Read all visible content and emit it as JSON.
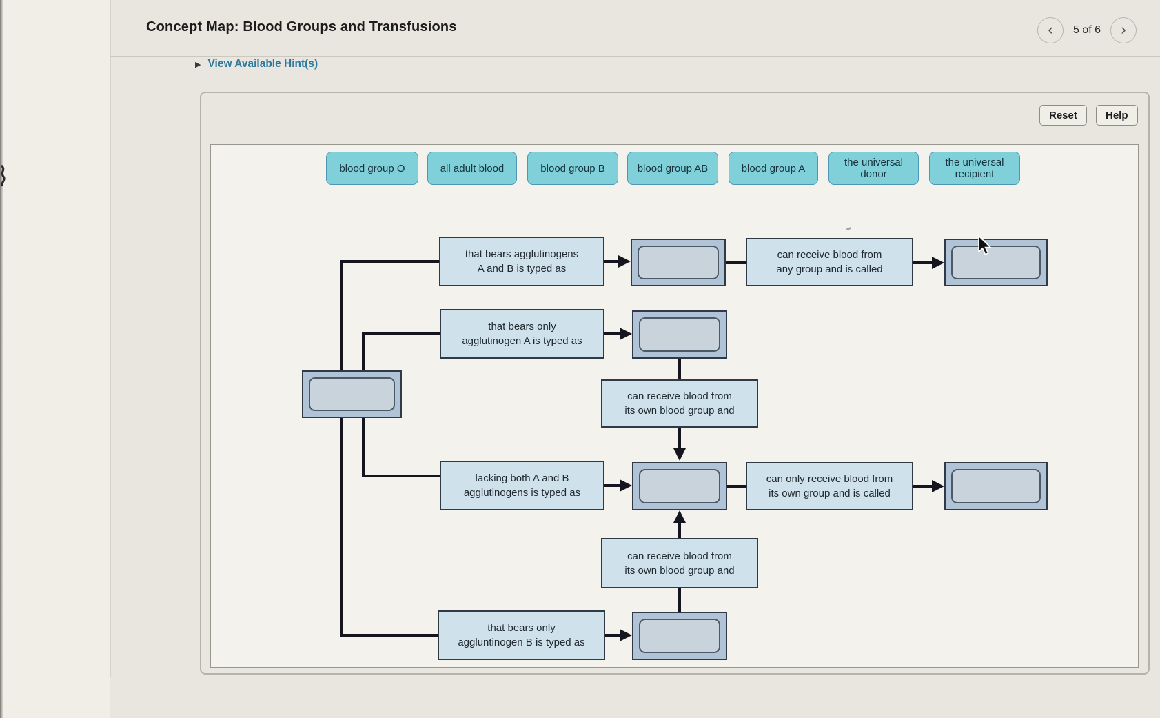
{
  "header": {
    "title": "Concept Map: Blood Groups and Transfusions",
    "pagination": {
      "label": "5 of 6",
      "prev_icon": "‹",
      "next_icon": "›"
    },
    "hint_icon": "▶",
    "hint_link": "View Available Hint(s)"
  },
  "toolbar": {
    "reset_label": "Reset",
    "help_label": "Help"
  },
  "word_bank": [
    {
      "label": "blood group O"
    },
    {
      "label": "all adult blood"
    },
    {
      "label": "blood group B"
    },
    {
      "label": "blood group AB"
    },
    {
      "label": "blood group A"
    },
    {
      "label": "the universal donor"
    },
    {
      "label": "the universal recipient"
    }
  ],
  "diagram": {
    "boxes": {
      "ab_typed": {
        "lines": [
          "that bears agglutinogens",
          "A and B is typed as"
        ]
      },
      "receive_any": {
        "lines": [
          "can receive blood from",
          "any group and is called"
        ]
      },
      "a_typed": {
        "lines": [
          "that bears only",
          "agglutinogen A is typed as"
        ]
      },
      "own_group_upper": {
        "lines": [
          "can receive blood from",
          "its own blood group and"
        ]
      },
      "lacking_ab": {
        "lines": [
          "lacking both A and B",
          "agglutinogens is typed as"
        ]
      },
      "receive_own_only": {
        "lines": [
          "can only receive blood from",
          "its own group and is called"
        ]
      },
      "own_group_lower": {
        "lines": [
          "can receive blood from",
          "its own blood group and"
        ]
      },
      "b_typed": {
        "lines": [
          "that bears only",
          "aggluntinogen B is typed as"
        ]
      }
    },
    "drop_zones": [
      "root",
      "row1",
      "row1-result",
      "row2",
      "row3",
      "row3-result",
      "row4"
    ]
  },
  "colors": {
    "page_bg": "#e9e6df",
    "band_bg": "#f1eee7",
    "panel_border": "#b6b3ab",
    "canvas_bg": "#f3f2ed",
    "canvas_border": "#99968e",
    "chip_bg": "#80d0da",
    "chip_border": "#4f96b5",
    "chip_text": "#17333d",
    "box_bg": "#cfe2ec",
    "box_border": "#2f3a46",
    "box_text": "#222930",
    "drop_bg": "#b0c3d7",
    "drop_inner_bg": "#c9d3dc",
    "drop_inner_border": "#4c5967",
    "line_color": "#15151f",
    "link_color": "#2b7ba1",
    "text_dark": "#1c1c1c",
    "button_border": "#8f8d85",
    "circle_border": "#b9b6ae"
  }
}
